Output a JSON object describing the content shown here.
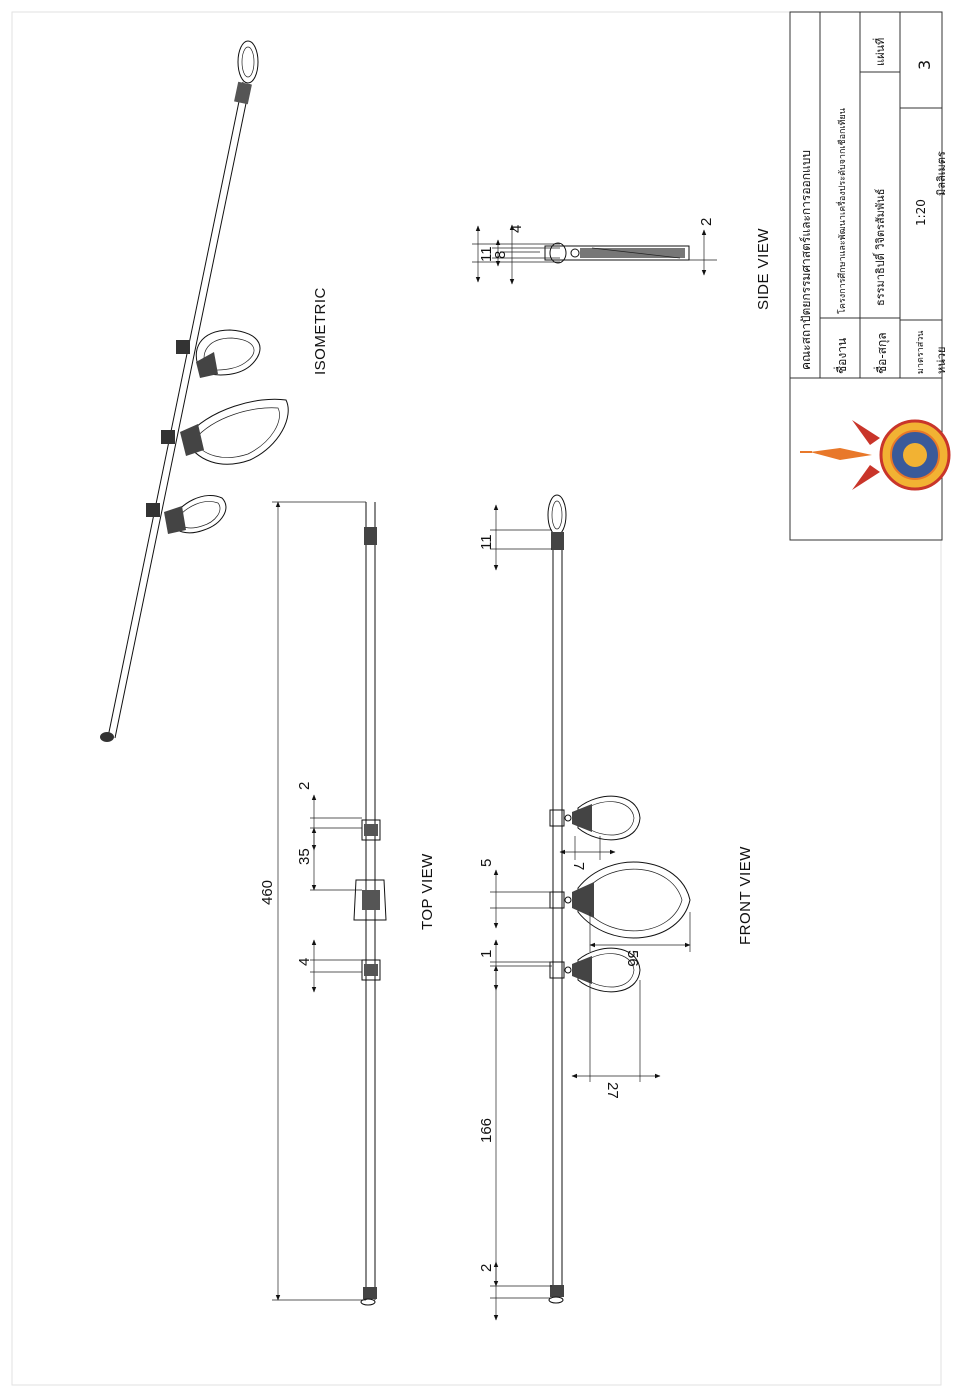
{
  "views": {
    "isometric": "ISOMETRIC",
    "side": "SIDE VIEW",
    "top": "TOP VIEW",
    "front": "FRONT VIEW"
  },
  "dimensions": {
    "overall_length": "460",
    "top_loop_width": "2",
    "top_loop_spacing": "35",
    "top_left_width": "4",
    "front_first_loop": "166",
    "front_end_offset": "2",
    "front_left_width": "1",
    "front_mid_width": "5",
    "front_tip_length": "11",
    "front_loop_small_left": "27",
    "front_loop_large": "56",
    "front_loop_small_right": "7",
    "side_height_total": "11",
    "side_height_inner": "8",
    "side_head": "4",
    "side_thickness": "2"
  },
  "title_block": {
    "faculty": "คณะสถาปัตยกรรมศาสตร์และการออกแบบ",
    "project_label": "ชื่องาน",
    "project_value": "โครงการศึกษาและพัฒนาเครื่องประดับจากเชือกเทียน",
    "name_label": "ชื่อ-สกุล",
    "name_value": "ธรรมาธิปติ์ วิจิตรสัมพันธ์",
    "sheet_label": "แผ่นที่",
    "sheet_value": "3",
    "scale_label": "มาตราส่วน",
    "scale_value": "1:20",
    "unit_label": "หน่วย",
    "unit_value": "มิลลิเมตร"
  },
  "colors": {
    "seal_orange": "#e8782a",
    "seal_gold": "#f2b233",
    "seal_red": "#c9352a"
  }
}
